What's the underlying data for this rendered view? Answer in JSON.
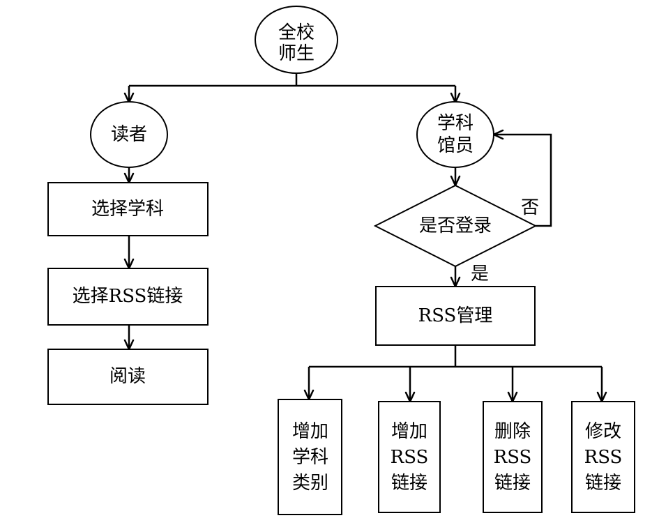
{
  "nodes": {
    "all_staff": {
      "lines": [
        "全校",
        "师生"
      ]
    },
    "reader": {
      "lines": [
        "读者"
      ]
    },
    "subject_librarian": {
      "lines": [
        "学科",
        "馆员"
      ]
    },
    "choose_subject": {
      "lines": [
        "选择学科"
      ]
    },
    "choose_rss_link": {
      "lines": [
        "选择RSS链接"
      ]
    },
    "read": {
      "lines": [
        "阅读"
      ]
    },
    "logged_in": {
      "lines": [
        "是否登录"
      ]
    },
    "rss_manage": {
      "lines": [
        "RSS管理"
      ]
    },
    "add_category": {
      "lines": [
        "增加",
        "学科",
        "类别"
      ]
    },
    "add_rss_link": {
      "lines": [
        "增加",
        "RSS",
        "链接"
      ]
    },
    "delete_rss_link": {
      "lines": [
        "删除",
        "RSS",
        "链接"
      ]
    },
    "edit_rss_link": {
      "lines": [
        "修改",
        "RSS",
        "链接"
      ]
    }
  },
  "edge_labels": {
    "no": "否",
    "yes": "是"
  }
}
